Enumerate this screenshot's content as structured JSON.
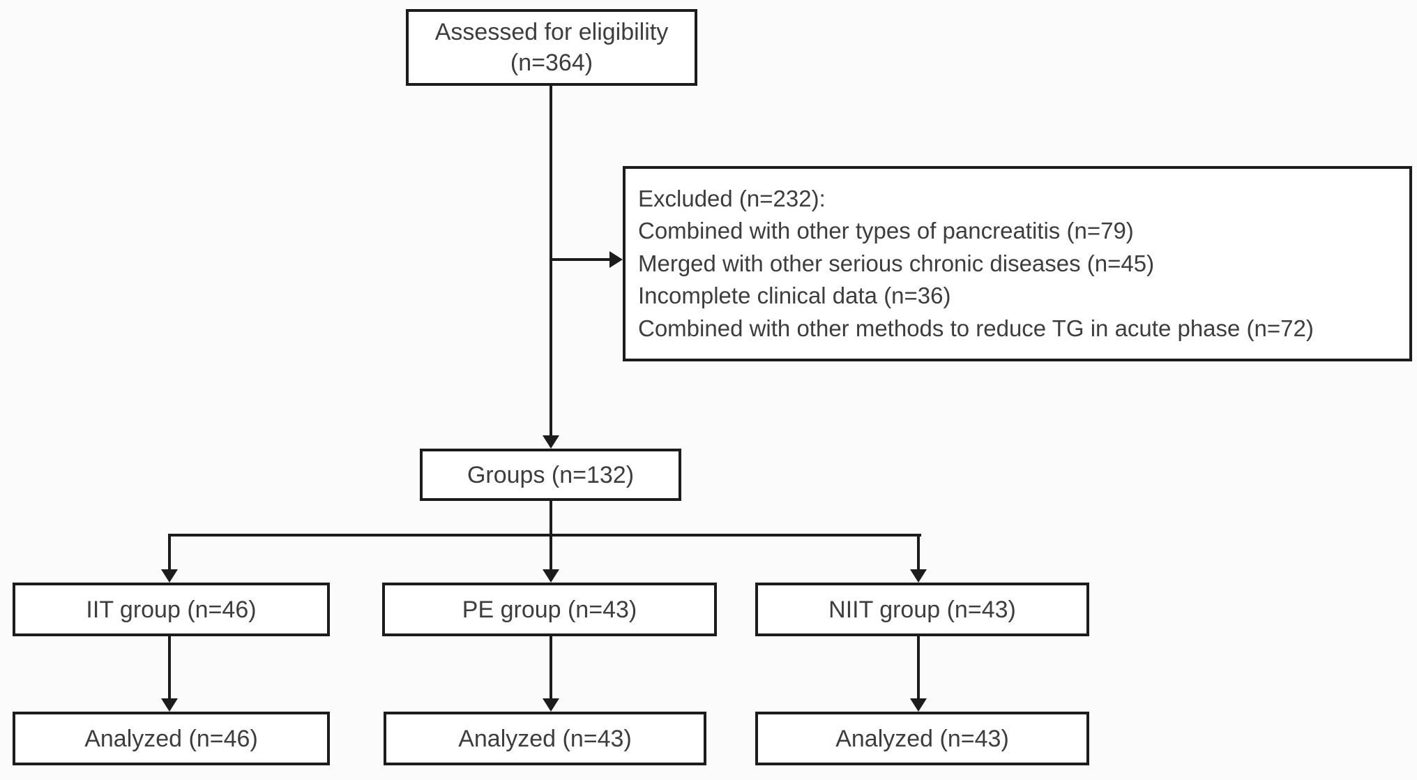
{
  "assessed": {
    "line1": "Assessed for eligibility",
    "line2": "(n=364)"
  },
  "excluded": {
    "lines": [
      "Excluded (n=232):",
      "Combined with other types of pancreatitis (n=79)",
      "Merged with other serious chronic diseases (n=45)",
      "Incomplete clinical data (n=36)",
      "Combined with other methods to reduce TG in acute phase (n=72)"
    ]
  },
  "groups": {
    "label": "Groups (n=132)"
  },
  "arms": [
    {
      "group": "IIT group (n=46)",
      "analyzed": "Analyzed (n=46)"
    },
    {
      "group": "PE group (n=43)",
      "analyzed": "Analyzed (n=43)"
    },
    {
      "group": "NIIT group (n=43)",
      "analyzed": "Analyzed (n=43)"
    }
  ],
  "icons": {
    "arrowhead_down": "solid-triangle-down",
    "arrowhead_right": "solid-triangle-right"
  },
  "colors": {
    "border": "#1c1c1c",
    "text": "#3d3d3d",
    "background": "#fbfbfb",
    "box_fill": "#ffffff"
  }
}
